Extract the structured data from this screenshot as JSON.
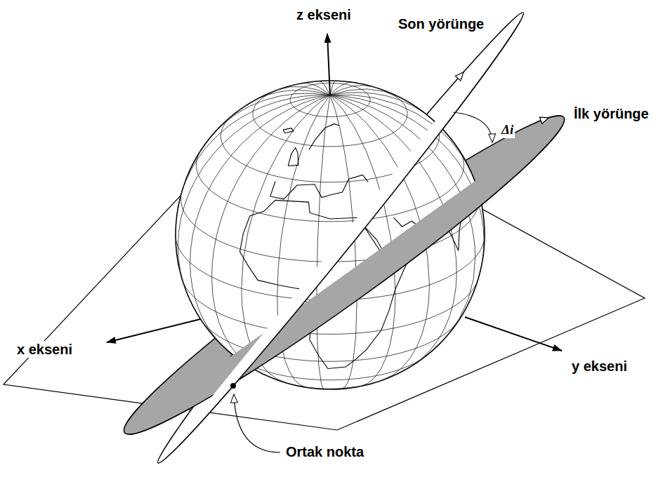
{
  "diagram": {
    "labels": [
      "z ekseni",
      "Son yörünge",
      "İlk yörünge",
      "Δi",
      "x ekseni",
      "y ekseni",
      "Ortak nokta"
    ]
  }
}
